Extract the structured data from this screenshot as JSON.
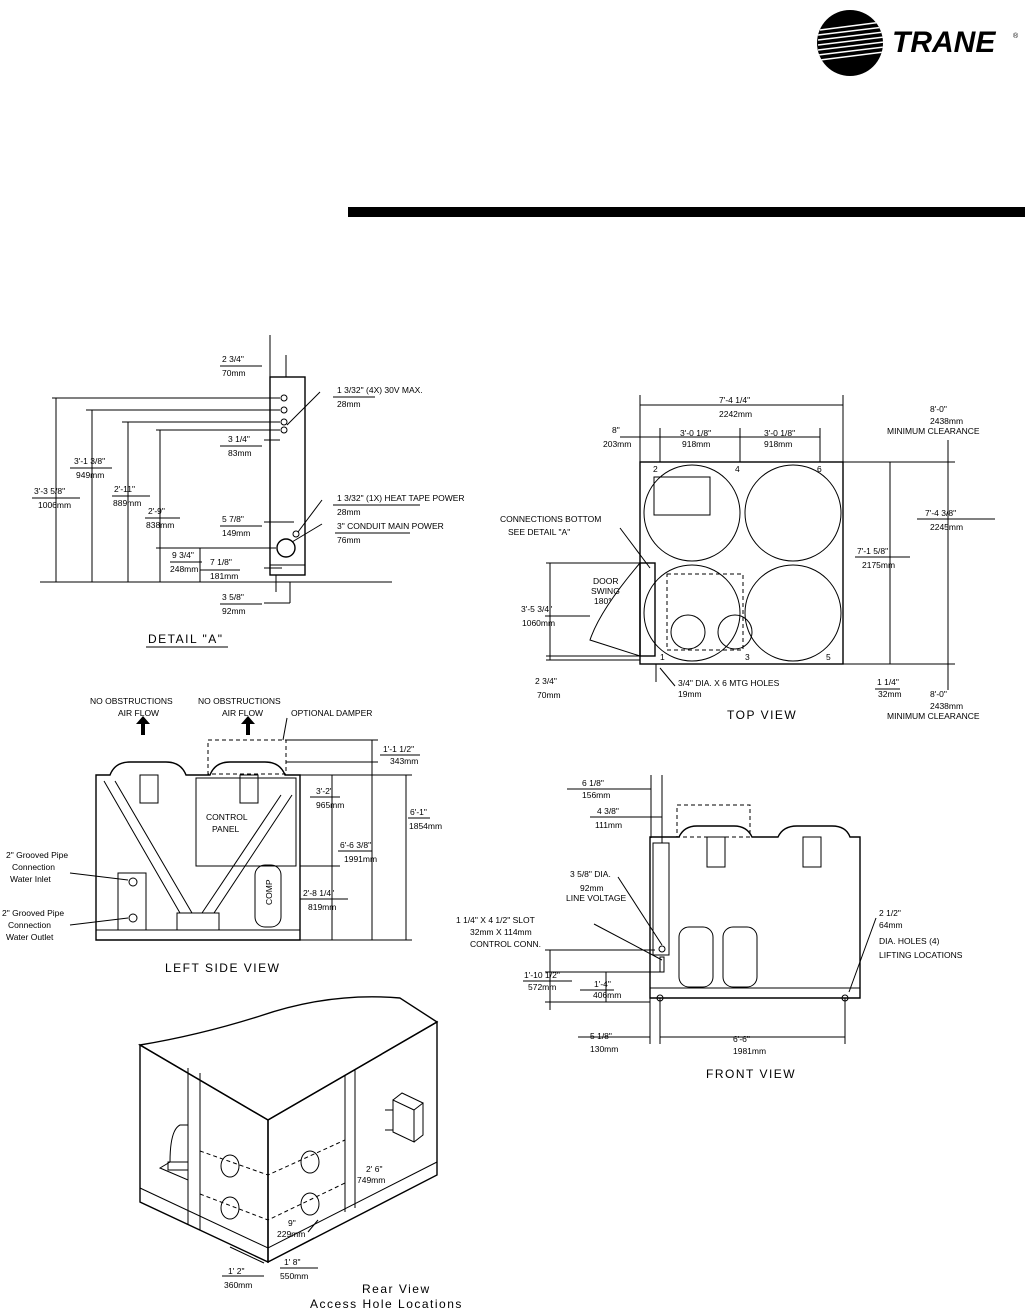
{
  "brand": {
    "name": "TRANE",
    "color": "#000000"
  },
  "detail_a": {
    "title": "DETAIL \"A\"",
    "d_2_3_4": "2 3/4\"",
    "d_2_3_4_mm": "70mm",
    "d_3_1_4": "3 1/4\"",
    "d_3_1_4_mm": "83mm",
    "d_5_7_8": "5 7/8\"",
    "d_5_7_8_mm": "149mm",
    "d_7_1_8": "7 1/8\"",
    "d_7_1_8_mm": "181mm",
    "d_3_5_8": "3 5/8\"",
    "d_3_5_8_mm": "92mm",
    "d_9_3_4": "9 3/4\"",
    "d_9_3_4_mm": "248mm",
    "d_2_9": "2'-9\"",
    "d_2_9_mm": "838mm",
    "d_2_11": "2'-11\"",
    "d_2_11_mm": "889mm",
    "d_3_1_3_8": "3'-1 3/8\"",
    "d_3_1_3_8_mm": "949mm",
    "d_3_3_5_8": "3'-3 5/8\"",
    "d_3_3_5_8_mm": "1006mm",
    "note_4x": "1 3/32\" (4X) 30V MAX.",
    "note_4x_mm": "28mm",
    "note_1x": "1 3/32\" (1X) HEAT TAPE POWER",
    "note_1x_mm": "28mm",
    "note_conduit": "3\" CONDUIT MAIN POWER",
    "note_conduit_mm": "76mm"
  },
  "top_view": {
    "title": "TOP VIEW",
    "width": "7'-4 1/4\"",
    "width_mm": "2242mm",
    "d8": "8\"",
    "d8_mm": "203mm",
    "span1": "3'-0 1/8\"",
    "span1_mm": "918mm",
    "span2": "3'-0 1/8\"",
    "span2_mm": "918mm",
    "clear_top": "8'-0\"",
    "clear_top_mm": "2438mm",
    "clear_top_label": "MINIMUM CLEARANCE",
    "clear_bot": "8'-0\"",
    "clear_bot_mm": "2438mm",
    "clear_bot_label": "MINIMUM CLEARANCE",
    "depth_outer": "7'-4 3/8\"",
    "depth_outer_mm": "2245mm",
    "depth_inner": "7'-1 5/8\"",
    "depth_inner_mm": "2175mm",
    "d1_1_4": "1 1/4\"",
    "d1_1_4_mm": "32mm",
    "door": "3'-5 3/4\"",
    "door_mm": "1060mm",
    "d2_3_4": "2 3/4\"",
    "d2_3_4_mm": "70mm",
    "conn_line1": "CONNECTIONS BOTTOM",
    "conn_line2": "SEE DETAIL \"A\"",
    "door_line1": "DOOR",
    "door_line2": "SWING",
    "door_line3": "180°",
    "holes": "3/4\" DIA. X 6 MTG HOLES",
    "holes_mm": "19mm",
    "n1": "1",
    "n2": "2",
    "n3": "3",
    "n4": "4",
    "n5": "5",
    "n6": "6"
  },
  "left_view": {
    "title": "LEFT SIDE VIEW",
    "no_obs_1": "NO OBSTRUCTIONS",
    "air_1": "AIR FLOW",
    "no_obs_2": "NO OBSTRUCTIONS",
    "air_2": "AIR FLOW",
    "damper": "OPTIONAL DAMPER",
    "control_line1": "CONTROL",
    "control_line2": "PANEL",
    "comp": "COMP",
    "inlet_line1": "2\" Grooved Pipe",
    "inlet_line2": "Connection",
    "inlet_line3": "Water Inlet",
    "outlet_line1": "2\" Grooved Pipe",
    "outlet_line2": "Connection",
    "outlet_line3": "Water Outlet",
    "d1": "1'-1 1/2\"",
    "d1_mm": "343mm",
    "d2": "6'-1\"",
    "d2_mm": "1854mm",
    "d3": "3'-2\"",
    "d3_mm": "965mm",
    "d4": "6'-6 3/8\"",
    "d4_mm": "1991mm",
    "d5": "2'-8 1/4\"",
    "d5_mm": "819mm"
  },
  "front_view": {
    "title": "FRONT VIEW",
    "d1": "6 1/8\"",
    "d1_mm": "156mm",
    "d2": "4 3/8\"",
    "d2_mm": "111mm",
    "dia": "3 5/8\" DIA.",
    "dia_mm": "92mm",
    "dia_label": "LINE VOLTAGE",
    "slot": "1 1/4\" X 4 1/2\" SLOT",
    "slot_mm": "32mm X 114mm",
    "slot_label": "CONTROL CONN.",
    "h1": "1'-10 1/2\"",
    "h1_mm": "572mm",
    "h2": "1'-4\"",
    "h2_mm": "406mm",
    "lift": "2 1/2\"",
    "lift_mm": "64mm",
    "lift_line1": "DIA. HOLES (4)",
    "lift_line2": "LIFTING LOCATIONS",
    "w1": "5 1/8\"",
    "w1_mm": "130mm",
    "w2": "6'-6\"",
    "w2_mm": "1981mm"
  },
  "rear_view": {
    "title_line1": "Rear View",
    "title_line2": "Access Hole Locations",
    "d1": "2' 6\"",
    "d1_mm": "749mm",
    "d2": "9\"",
    "d2_mm": "229mm",
    "d3": "1' 2\"",
    "d3_mm": "360mm",
    "d4": "1' 8\"",
    "d4_mm": "550mm"
  }
}
